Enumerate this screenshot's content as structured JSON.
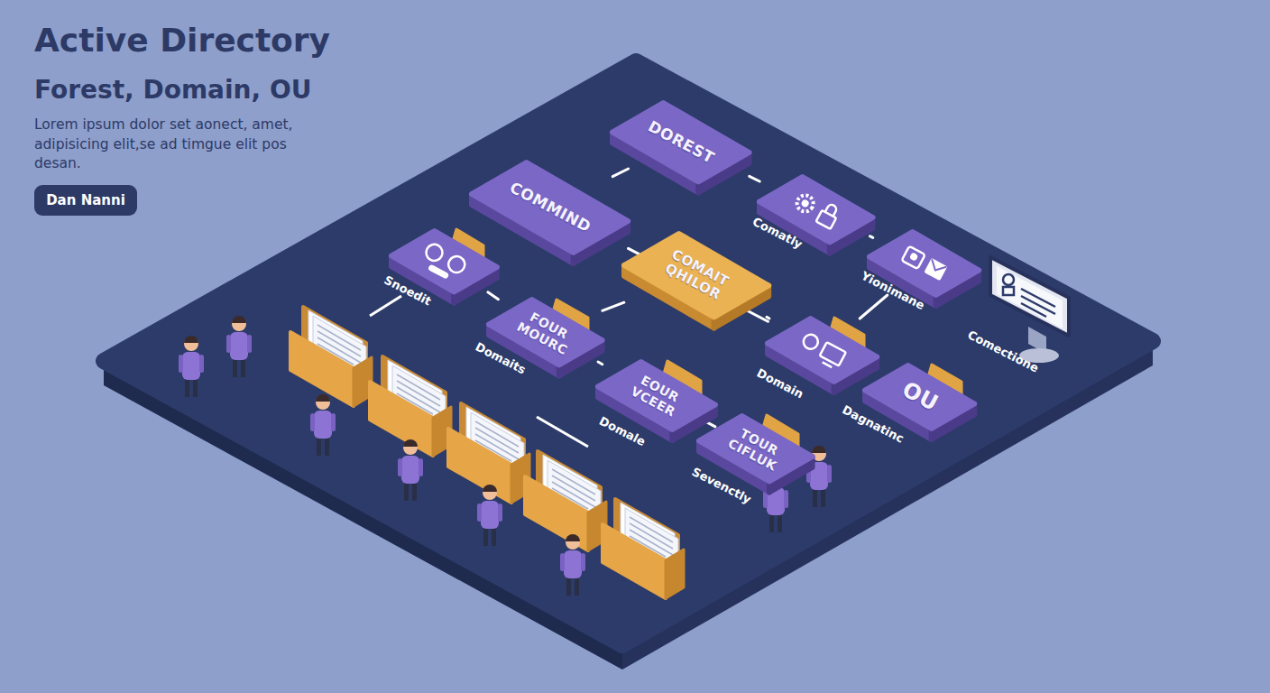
{
  "diagram": {
    "title": "Active Directory",
    "nodes": [
      {
        "text": [
          "Dan Nanni"
        ]
      },
      {
        "text": [
          "DOREST"
        ]
      },
      {
        "text": [
          "COMMIND"
        ]
      },
      {
        "text": [
          "Snoedit"
        ]
      },
      {
        "text": [
          "FOUR MOURC",
          "Domaits"
        ]
      },
      {
        "text": [
          "COMAIT QHILOR"
        ]
      },
      {
        "text": [
          "Comatly"
        ]
      },
      {
        "text": [
          "Yionimane"
        ]
      },
      {
        "text": [
          "Domain"
        ]
      },
      {
        "text": [
          "EOUR VCEER",
          "Domale"
        ]
      },
      {
        "text": [
          "TOUR CIFLUK",
          "Sevenctly"
        ]
      },
      {
        "text": [
          "OU",
          "Dagnatinc"
        ]
      }
    ],
    "edges": [
      {
        "from": 1,
        "to": 2,
        "arrow": "none"
      },
      {
        "from": 1,
        "to": 6,
        "arrow": "none"
      },
      {
        "from": 6,
        "to": 7,
        "arrow": "none"
      },
      {
        "from": 3,
        "to": 4,
        "arrow": "none"
      },
      {
        "from": 2,
        "to": 8,
        "arrow": "none"
      },
      {
        "from": 4,
        "to": 5,
        "arrow": "none"
      },
      {
        "from": 5,
        "to": 8,
        "arrow": "none"
      },
      {
        "from": 8,
        "to": 7,
        "arrow": "none"
      },
      {
        "from": 4,
        "to": 9,
        "arrow": "none"
      },
      {
        "from": 9,
        "to": 10,
        "arrow": "none"
      }
    ],
    "labels": [
      "Forest, Domain, OU",
      "Lorem ipsum dolor set aonect, amet, adipisicing elit,se ad timgue elit pos desan.",
      "Comectione"
    ]
  }
}
